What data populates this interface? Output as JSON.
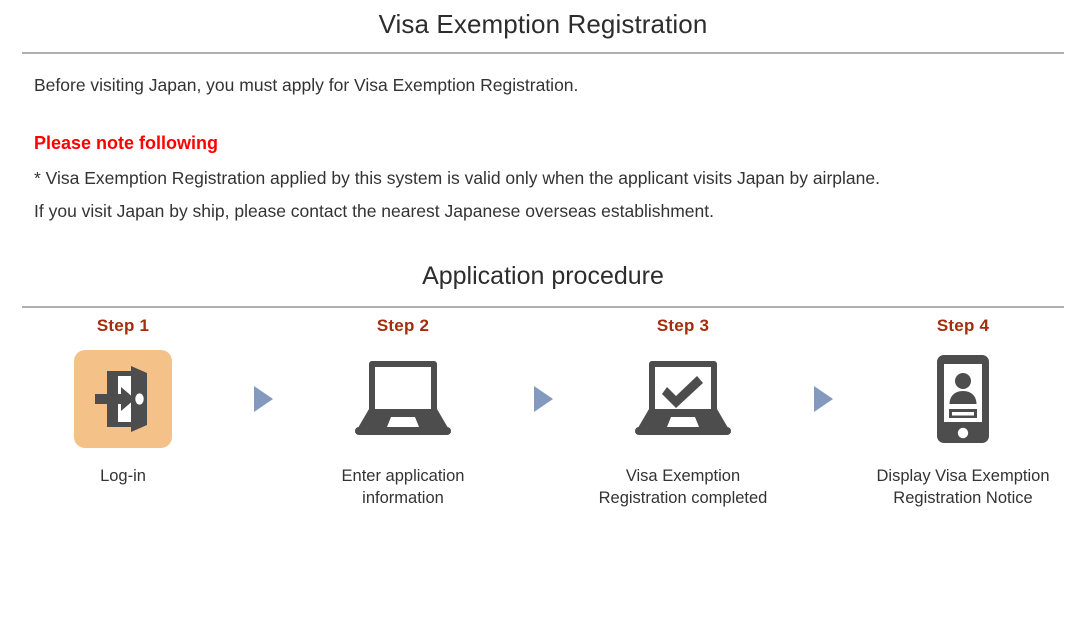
{
  "header": {
    "title": "Visa Exemption Registration"
  },
  "intro": {
    "line": "Before visiting Japan, you must apply for Visa Exemption Registration."
  },
  "note": {
    "heading": "Please note following",
    "line1": "* Visa Exemption Registration applied by this system is valid only when the applicant visits Japan by airplane.",
    "line2": "If you visit Japan by ship, please contact the nearest Japanese overseas establishment."
  },
  "procedure": {
    "title": "Application procedure",
    "arrow_glyph": "play-triangle-icon",
    "steps": [
      {
        "label": "Step 1",
        "caption": "Log-in",
        "icon": "login-door-icon",
        "highlight": "#F4C289"
      },
      {
        "label": "Step 2",
        "caption": "Enter application\ninformation",
        "icon": "laptop-icon",
        "highlight": ""
      },
      {
        "label": "Step 3",
        "caption": "Visa Exemption\nRegistration completed",
        "icon": "laptop-check-icon",
        "highlight": ""
      },
      {
        "label": "Step 4",
        "caption": "Display Visa Exemption\nRegistration Notice",
        "icon": "smartphone-id-icon",
        "highlight": ""
      }
    ]
  },
  "colors": {
    "note_red": "#FF0000",
    "step_red": "#A32D0D",
    "arrow_blue": "#8399BE",
    "icon_gray": "#4D4D4D",
    "rule_gray": "#B0B0B0",
    "tile_orange": "#F4C289",
    "text_dark": "#333333"
  }
}
